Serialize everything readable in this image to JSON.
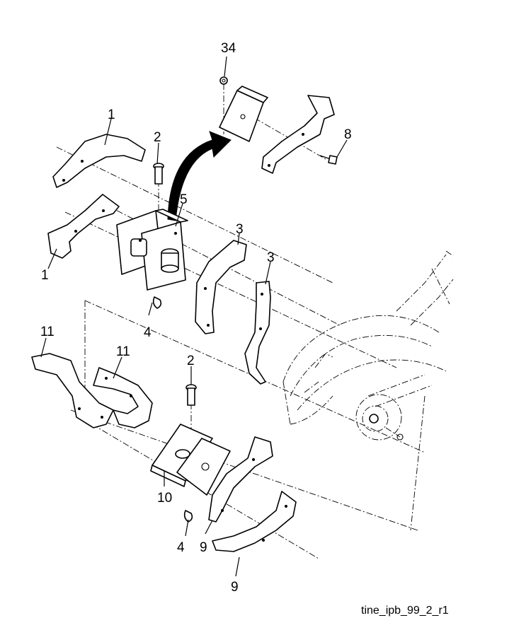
{
  "callouts": {
    "c34": "34",
    "c1_top": "1",
    "c1_bottom": "1",
    "c2_top": "2",
    "c2_bottom": "2",
    "c8": "8",
    "c5": "5",
    "c3_left": "3",
    "c3_right": "3",
    "c4_top": "4",
    "c4_bottom": "4",
    "c11_left": "11",
    "c11_right": "11",
    "c10": "10",
    "c9_left": "9",
    "c9_bottom": "9"
  },
  "caption": "tine_ipb_99_2_r1"
}
